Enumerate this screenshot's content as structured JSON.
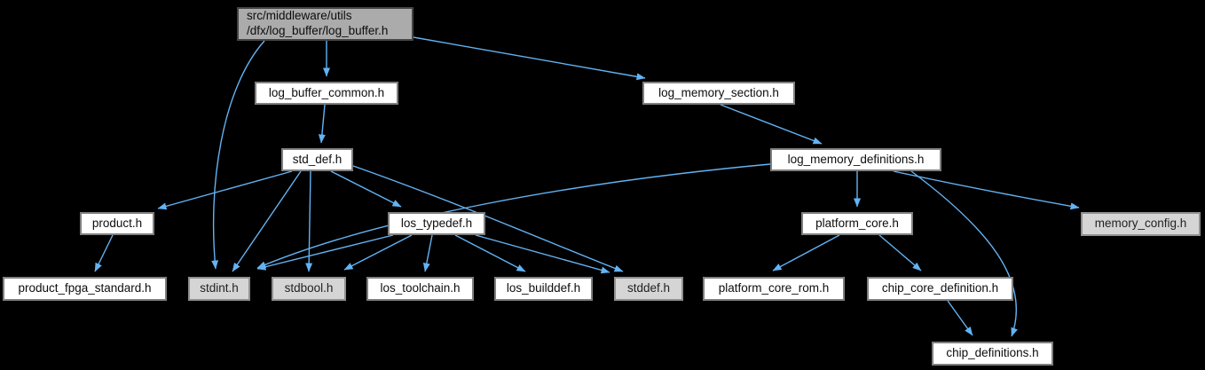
{
  "diagram": {
    "type": "include-dependency-graph",
    "colors": {
      "background": "#000000",
      "edge": "#63b3f4",
      "focus_fill": "#ababab",
      "focus_border": "#454545",
      "internal_fill": "#ffffff",
      "internal_border": "#7f7f7f",
      "external_fill": "#d5d5d5",
      "external_border": "#909090"
    },
    "nodes": [
      {
        "id": "log_buffer",
        "label": "src/middleware/utils\n/dfx/log_buffer/log_buffer.h",
        "kind": "focus"
      },
      {
        "id": "log_buffer_common",
        "label": "log_buffer_common.h",
        "kind": "internal"
      },
      {
        "id": "log_memory_section",
        "label": "log_memory_section.h",
        "kind": "internal"
      },
      {
        "id": "std_def",
        "label": "std_def.h",
        "kind": "internal"
      },
      {
        "id": "log_memory_definitions",
        "label": "log_memory_definitions.h",
        "kind": "internal"
      },
      {
        "id": "product",
        "label": "product.h",
        "kind": "internal"
      },
      {
        "id": "los_typedef",
        "label": "los_typedef.h",
        "kind": "internal"
      },
      {
        "id": "platform_core",
        "label": "platform_core.h",
        "kind": "internal"
      },
      {
        "id": "memory_config",
        "label": "memory_config.h",
        "kind": "external"
      },
      {
        "id": "product_fpga_standard",
        "label": "product_fpga_standard.h",
        "kind": "internal"
      },
      {
        "id": "stdint",
        "label": "stdint.h",
        "kind": "external"
      },
      {
        "id": "stdbool",
        "label": "stdbool.h",
        "kind": "external"
      },
      {
        "id": "los_toolchain",
        "label": "los_toolchain.h",
        "kind": "internal"
      },
      {
        "id": "los_builddef",
        "label": "los_builddef.h",
        "kind": "internal"
      },
      {
        "id": "stddef",
        "label": "stddef.h",
        "kind": "external"
      },
      {
        "id": "platform_core_rom",
        "label": "platform_core_rom.h",
        "kind": "internal"
      },
      {
        "id": "chip_core_definition",
        "label": "chip_core_definition.h",
        "kind": "internal"
      },
      {
        "id": "chip_definitions",
        "label": "chip_definitions.h",
        "kind": "internal"
      }
    ],
    "edges": [
      {
        "from": "log_buffer",
        "to": "log_buffer_common"
      },
      {
        "from": "log_buffer",
        "to": "log_memory_section"
      },
      {
        "from": "log_buffer",
        "to": "stdint"
      },
      {
        "from": "log_buffer_common",
        "to": "std_def"
      },
      {
        "from": "log_memory_section",
        "to": "log_memory_definitions"
      },
      {
        "from": "std_def",
        "to": "product"
      },
      {
        "from": "std_def",
        "to": "stdint"
      },
      {
        "from": "std_def",
        "to": "stdbool"
      },
      {
        "from": "std_def",
        "to": "los_typedef"
      },
      {
        "from": "std_def",
        "to": "stddef"
      },
      {
        "from": "los_typedef",
        "to": "stdint"
      },
      {
        "from": "los_typedef",
        "to": "stdbool"
      },
      {
        "from": "los_typedef",
        "to": "los_toolchain"
      },
      {
        "from": "los_typedef",
        "to": "los_builddef"
      },
      {
        "from": "los_typedef",
        "to": "stddef"
      },
      {
        "from": "product",
        "to": "product_fpga_standard"
      },
      {
        "from": "log_memory_definitions",
        "to": "platform_core"
      },
      {
        "from": "log_memory_definitions",
        "to": "stdint"
      },
      {
        "from": "log_memory_definitions",
        "to": "memory_config"
      },
      {
        "from": "log_memory_definitions",
        "to": "chip_definitions"
      },
      {
        "from": "platform_core",
        "to": "platform_core_rom"
      },
      {
        "from": "platform_core",
        "to": "chip_core_definition"
      },
      {
        "from": "chip_core_definition",
        "to": "chip_definitions"
      }
    ]
  }
}
